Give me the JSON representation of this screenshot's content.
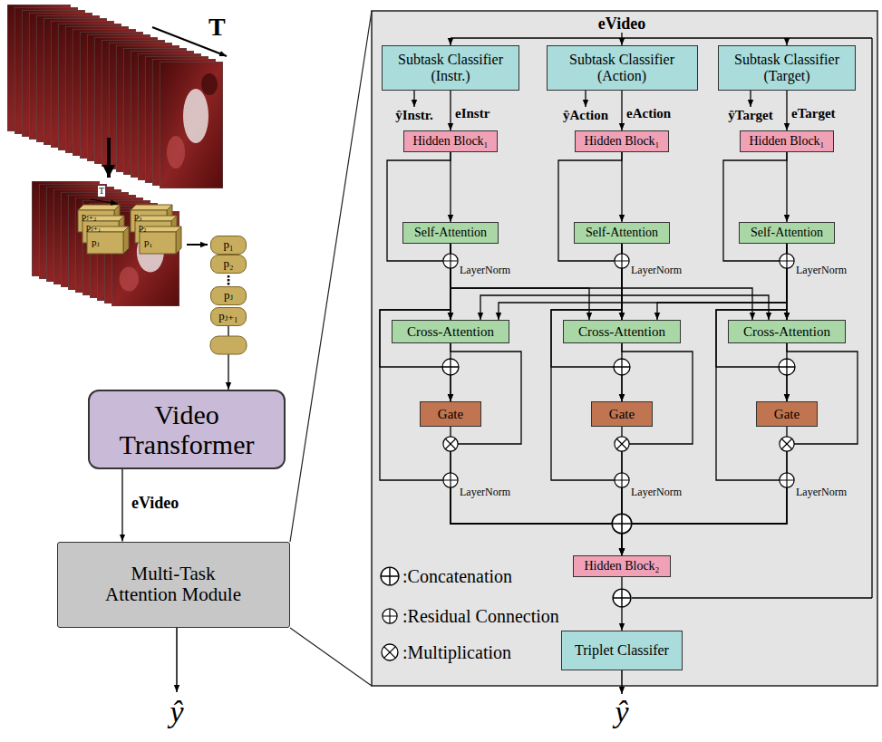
{
  "diagram": {
    "nodes": [
      {
        "text": [
          "p₁"
        ]
      },
      {
        "text": [
          "p₂"
        ]
      },
      {
        "text": [
          "pⱼ"
        ]
      },
      {
        "text": [
          "pⱼ₊₁"
        ]
      },
      {
        "text": [
          "Video Transformer"
        ]
      },
      {
        "text": [
          "Multi-Task Attention Module"
        ]
      },
      {
        "text": [
          "Subtask Classifier (Instr.)"
        ]
      },
      {
        "text": [
          "Subtask Classifier (Action)"
        ]
      },
      {
        "text": [
          "Subtask Classifier (Target)"
        ]
      },
      {
        "text": [
          "Hidden Block₁"
        ]
      },
      {
        "text": [
          "Hidden Block₁"
        ]
      },
      {
        "text": [
          "Hidden Block₁"
        ]
      },
      {
        "text": [
          "Self-Attention"
        ]
      },
      {
        "text": [
          "Self-Attention"
        ]
      },
      {
        "text": [
          "Self-Attention"
        ]
      },
      {
        "text": [
          "Cross-Attention"
        ]
      },
      {
        "text": [
          "Cross-Attention"
        ]
      },
      {
        "text": [
          "Cross-Attention"
        ]
      },
      {
        "text": [
          "Gate"
        ]
      },
      {
        "text": [
          "Gate"
        ]
      },
      {
        "text": [
          "Gate"
        ]
      },
      {
        "text": [
          "Hidden Block₂"
        ]
      },
      {
        "text": [
          "Triplet Classifer"
        ]
      }
    ],
    "edges": [
      {
        "from": 3,
        "to": 4,
        "arrow": "to"
      },
      {
        "from": 4,
        "to": 5,
        "label": "eVideo",
        "arrow": "to"
      },
      {
        "from": 6,
        "to": 9,
        "label": "eInstr",
        "arrow": "to"
      },
      {
        "from": 7,
        "to": 10,
        "label": "eAction",
        "arrow": "to"
      },
      {
        "from": 8,
        "to": 11,
        "label": "eTarget",
        "arrow": "to"
      },
      {
        "from": 9,
        "to": 12,
        "arrow": "to"
      },
      {
        "from": 10,
        "to": 13,
        "arrow": "to"
      },
      {
        "from": 11,
        "to": 14,
        "arrow": "to"
      },
      {
        "from": 9,
        "to": 15,
        "arrow": "to"
      },
      {
        "from": 10,
        "to": 16,
        "arrow": "to"
      },
      {
        "from": 11,
        "to": 17,
        "arrow": "to"
      },
      {
        "from": 12,
        "to": 15,
        "arrow": "to"
      },
      {
        "from": 13,
        "to": 16,
        "arrow": "to"
      },
      {
        "from": 14,
        "to": 17,
        "arrow": "to"
      },
      {
        "from": 12,
        "to": 16,
        "arrow": "to"
      },
      {
        "from": 12,
        "to": 17,
        "arrow": "to"
      },
      {
        "from": 13,
        "to": 15,
        "arrow": "to"
      },
      {
        "from": 13,
        "to": 17,
        "arrow": "to"
      },
      {
        "from": 14,
        "to": 15,
        "arrow": "to"
      },
      {
        "from": 14,
        "to": 16,
        "arrow": "to"
      },
      {
        "from": 12,
        "to": 18,
        "arrow": "to"
      },
      {
        "from": 13,
        "to": 19,
        "arrow": "to"
      },
      {
        "from": 14,
        "to": 20,
        "arrow": "to"
      },
      {
        "from": 15,
        "to": 18,
        "arrow": "to"
      },
      {
        "from": 16,
        "to": 19,
        "arrow": "to"
      },
      {
        "from": 17,
        "to": 20,
        "arrow": "to"
      },
      {
        "from": 18,
        "to": 21,
        "arrow": "to"
      },
      {
        "from": 19,
        "to": 21,
        "arrow": "to"
      },
      {
        "from": 20,
        "to": 21,
        "arrow": "to"
      },
      {
        "from": 15,
        "to": 21,
        "arrow": "to"
      },
      {
        "from": 16,
        "to": 21,
        "arrow": "to"
      },
      {
        "from": 17,
        "to": 21,
        "arrow": "to"
      },
      {
        "from": 12,
        "to": 21,
        "arrow": "to"
      },
      {
        "from": 13,
        "to": 21,
        "arrow": "to"
      },
      {
        "from": 14,
        "to": 21,
        "arrow": "to"
      },
      {
        "from": 21,
        "to": 22,
        "arrow": "to"
      }
    ],
    "labels": [
      "T",
      "T",
      "pⱼ₊₂",
      "pⱼ₊₁",
      "pⱼ",
      "p₃",
      "p₂",
      "p₁",
      "⋮",
      "ŷ",
      "eVideo",
      "ŷInstr.",
      "ŷAction",
      "ŷTarget",
      "LayerNorm",
      "LayerNorm",
      "LayerNorm",
      "LayerNorm",
      "LayerNorm",
      "LayerNorm",
      "ŷ"
    ],
    "legend": [
      {
        "text": ":Concatenation"
      },
      {
        "text": ":Residual Connection"
      },
      {
        "text": ":Multiplication"
      }
    ]
  }
}
